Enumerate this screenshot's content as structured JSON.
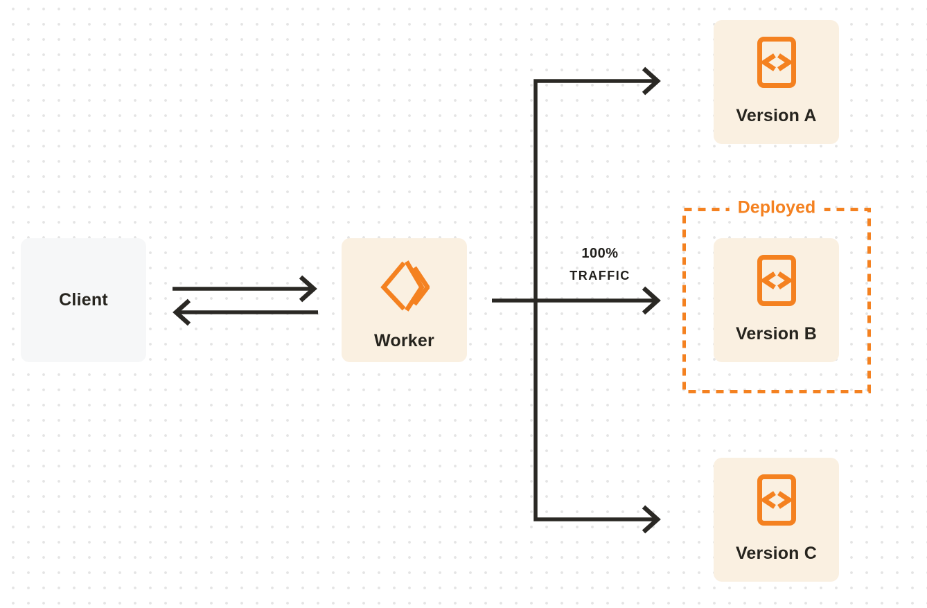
{
  "diagram": {
    "kind": "traffic-routing-diagram",
    "colors": {
      "accent_orange": "#f48120",
      "node_cream": "#faf0e1",
      "client_gray": "#f6f7f8",
      "line_ink": "#2a2824",
      "dot_grid": "#e4e4e4"
    },
    "nodes": {
      "client": {
        "label": "Client"
      },
      "worker": {
        "label": "Worker",
        "icon": "cloudflare-workers-logo-icon"
      },
      "version_a": {
        "label": "Version A",
        "icon": "code-file-icon"
      },
      "version_b": {
        "label": "Version B",
        "icon": "code-file-icon"
      },
      "version_c": {
        "label": "Version C",
        "icon": "code-file-icon"
      }
    },
    "annotations": {
      "deployed_label": "Deployed",
      "traffic_percent": "100%",
      "traffic_word": "TRAFFIC"
    },
    "edges": [
      {
        "from": "client",
        "to": "worker",
        "style": "arrow-right"
      },
      {
        "from": "worker",
        "to": "client",
        "style": "arrow-left"
      },
      {
        "from": "worker",
        "to": "version_a",
        "style": "arrow"
      },
      {
        "from": "worker",
        "to": "version_b",
        "style": "arrow",
        "label": "100% TRAFFIC"
      },
      {
        "from": "worker",
        "to": "version_c",
        "style": "arrow"
      }
    ]
  }
}
